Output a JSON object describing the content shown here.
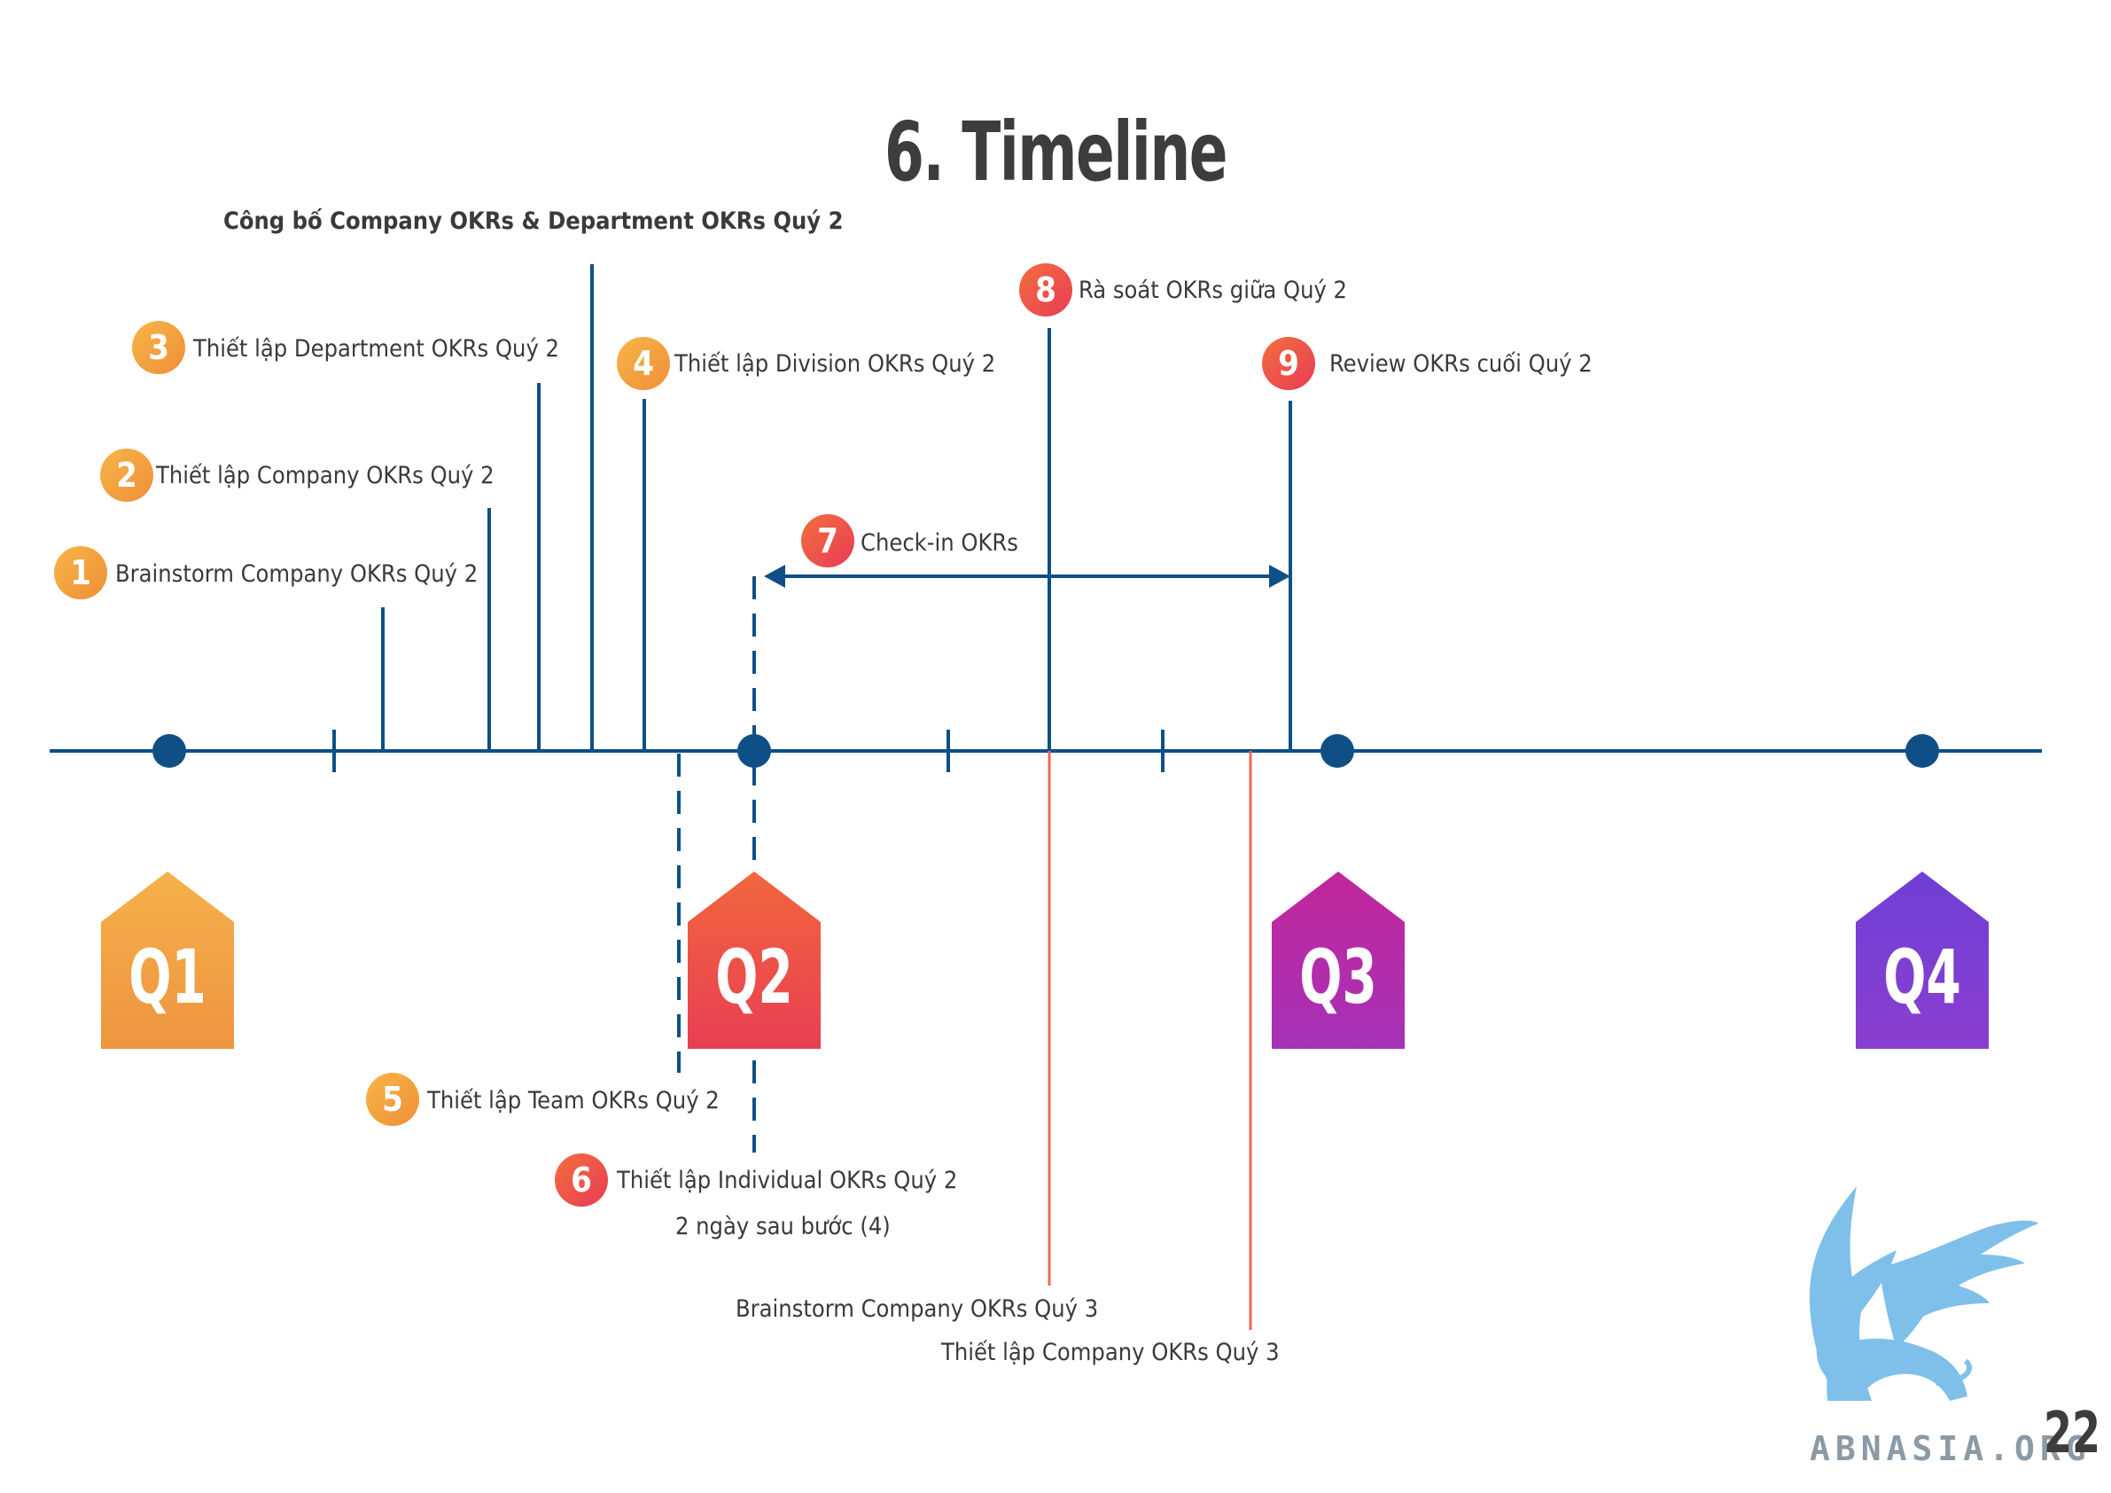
{
  "title": "6. Timeline",
  "colors": {
    "line": "#0e4f86",
    "red_line": "#ee6a4e",
    "q1": "#f2a347",
    "q2": "#ee4a4e",
    "q3": "#b52eab",
    "q4": "#7b3fd3",
    "logo": "#7fbfe8"
  },
  "top_note": "Công bố Company OKRs & Department OKRs Quý 2",
  "steps": [
    {
      "num": "1",
      "label": "Brainstorm Company OKRs Quý 2"
    },
    {
      "num": "2",
      "label": "Thiết lập Company OKRs Quý 2"
    },
    {
      "num": "3",
      "label": "Thiết lập Department OKRs Quý 2"
    },
    {
      "num": "4",
      "label": "Thiết lập Division OKRs Quý 2"
    },
    {
      "num": "5",
      "label": "Thiết lập Team OKRs Quý 2"
    },
    {
      "num": "6",
      "label": "Thiết lập Individual OKRs Quý 2",
      "sub": "2 ngày sau bước (4)"
    },
    {
      "num": "7",
      "label": "Check-in OKRs"
    },
    {
      "num": "8",
      "label": "Rà soát OKRs giữa Quý 2"
    },
    {
      "num": "9",
      "label": "Review OKRs cuối Quý 2"
    }
  ],
  "next_quarter_notes": [
    "Brainstorm Company OKRs Quý 3",
    "Thiết lập Company OKRs Quý 3"
  ],
  "quarters": [
    "Q1",
    "Q2",
    "Q3",
    "Q4"
  ],
  "logo_text": "ABNASIA.ORG",
  "page_number": "22"
}
